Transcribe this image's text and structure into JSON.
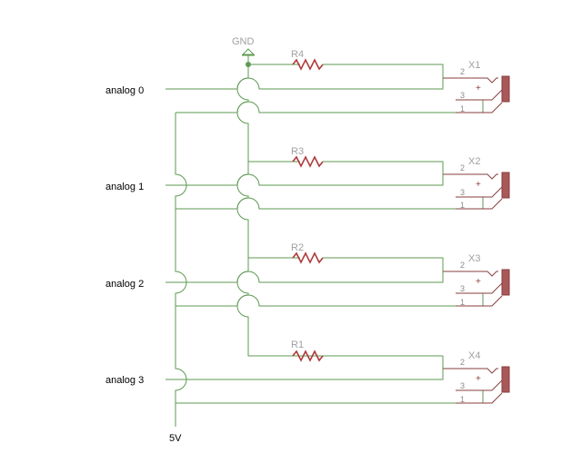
{
  "ground": {
    "label": "GND"
  },
  "supply": {
    "label": "5V"
  },
  "analog_inputs": [
    "analog 0",
    "analog 1",
    "analog 2",
    "analog 3"
  ],
  "channels": [
    {
      "resistor": "R4",
      "jack": "X1",
      "pins": [
        "2",
        "3",
        "1"
      ],
      "plus": "+"
    },
    {
      "resistor": "R3",
      "jack": "X2",
      "pins": [
        "2",
        "3",
        "1"
      ],
      "plus": "+"
    },
    {
      "resistor": "R2",
      "jack": "X3",
      "pins": [
        "2",
        "3",
        "1"
      ],
      "plus": "+"
    },
    {
      "resistor": "R1",
      "jack": "X4",
      "pins": [
        "2",
        "3",
        "1"
      ],
      "plus": "+"
    }
  ],
  "colors": {
    "wire": "#5d9a52",
    "resistor": "#b03a3a",
    "jack": "#a85858"
  }
}
